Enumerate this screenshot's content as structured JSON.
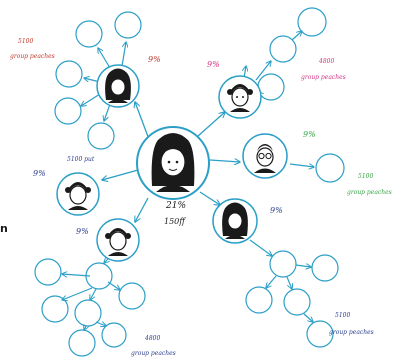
{
  "colors": {
    "stroke": "#2c9fc7",
    "red": "#c0392b",
    "magenta": "#d63384",
    "green": "#3aa548",
    "navy": "#2a3d8f",
    "dark": "#1a1a1a"
  },
  "center": {
    "pct": "21%",
    "sub": "150ff"
  },
  "nodes": {
    "top_left": {
      "pct": "9%",
      "note_line1": "5100",
      "note_line2": "group peaches"
    },
    "top_right": {
      "pct": "9%",
      "note_line1": "4800",
      "note_line2": "group peaches"
    },
    "right": {
      "pct": "9%",
      "note_line1": "5100",
      "note_line2": "group peaches"
    },
    "left": {
      "pct": "9%",
      "note": "5100 put"
    },
    "bottom_left": {
      "pct": "9%",
      "note_line1": "4800",
      "note_line2": "group peaches"
    },
    "bottom_right": {
      "pct": "9%",
      "note_line1": "5100",
      "note_line2": "group peaches"
    }
  },
  "edge_fragment": "n"
}
